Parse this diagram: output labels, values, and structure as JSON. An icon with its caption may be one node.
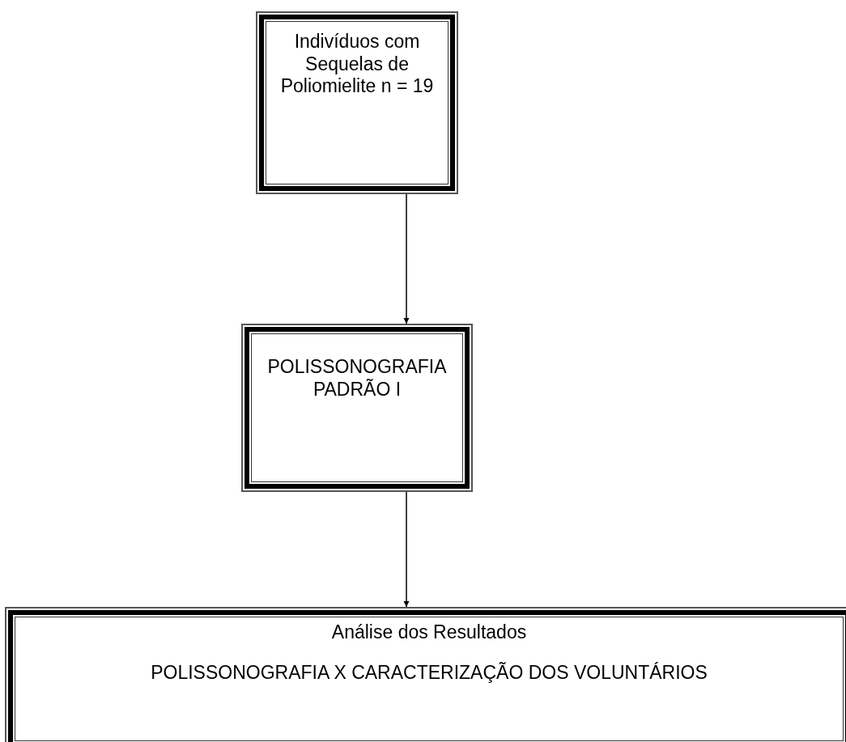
{
  "diagram": {
    "nodes": [
      {
        "text": [
          "Indivíduos com Sequelas de Poliomielite n = 19"
        ]
      },
      {
        "text": [
          "POLISSONOGRAFIA PADRÃO I"
        ]
      },
      {
        "text": [
          "Análise dos Resultados",
          "POLISSONOGRAFIA X CARACTERIZAÇÃO DOS VOLUNTÁRIOS"
        ]
      }
    ],
    "edges": [
      {
        "from": 0,
        "to": 1,
        "arrow": "to"
      },
      {
        "from": 1,
        "to": 2,
        "arrow": "to"
      }
    ]
  }
}
